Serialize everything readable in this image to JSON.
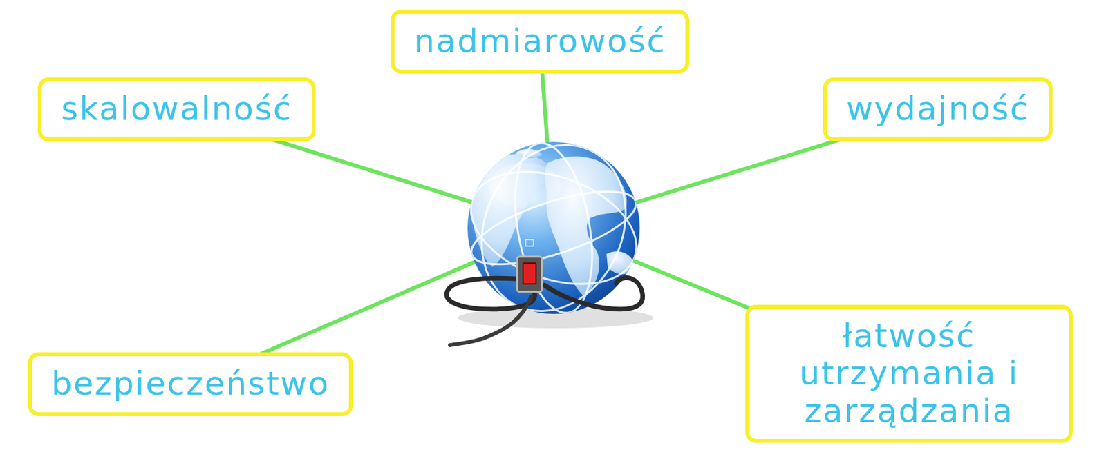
{
  "diagram": {
    "nodes": [
      {
        "text": [
          "nadmiarowość"
        ]
      },
      {
        "text": [
          "skalowalność"
        ]
      },
      {
        "text": [
          "wydajność"
        ]
      },
      {
        "text": [
          "bezpieczeństwo"
        ]
      },
      {
        "text": [
          "łatwość utrzymania i zarządzania"
        ]
      }
    ]
  }
}
